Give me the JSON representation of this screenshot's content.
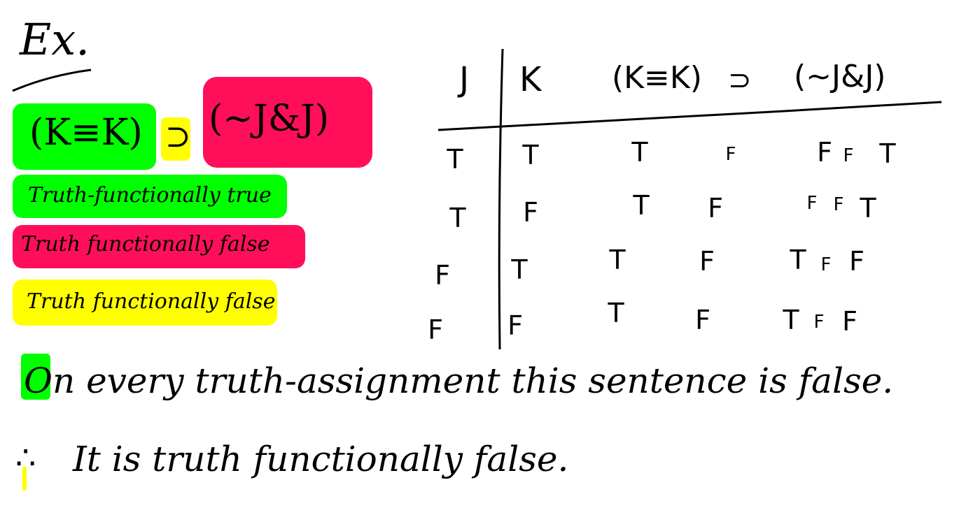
{
  "colors": {
    "ink": "#000000",
    "green": "#00ff00",
    "red": "#ff0f5a",
    "yellow": "#ffff00"
  },
  "example_label": "Ex.",
  "sentence": {
    "left": "(K≡K)",
    "connective": "⊃",
    "right": "(~J&J)"
  },
  "classifications": [
    {
      "text": "Truth-functionally true",
      "highlight": "green"
    },
    {
      "text": "Truth functionally false",
      "highlight": "red"
    },
    {
      "text": "Truth functionally false",
      "highlight": "yellow"
    }
  ],
  "table": {
    "headers": {
      "j": "J",
      "k": "K",
      "left": "(K≡K)",
      "connective": "⊃",
      "right": "(~J&J)"
    },
    "rows": [
      {
        "j": "T",
        "k": "T",
        "kk": "T",
        "main": "F",
        "nj": "F",
        "and": "F",
        "jj": "T"
      },
      {
        "j": "T",
        "k": "F",
        "kk": "T",
        "main": "F",
        "nj": "F",
        "and": "F",
        "jj": "T"
      },
      {
        "j": "F",
        "k": "T",
        "kk": "T",
        "main": "F",
        "nj": "T",
        "and": "F",
        "jj": "F"
      },
      {
        "j": "F",
        "k": "F",
        "kk": "T",
        "main": "F",
        "nj": "T",
        "and": "F",
        "jj": "F"
      }
    ]
  },
  "conclusion": {
    "line1": "On every truth-assignment this sentence is false.",
    "therefore": "∴",
    "line2": "It is truth functionally false."
  }
}
